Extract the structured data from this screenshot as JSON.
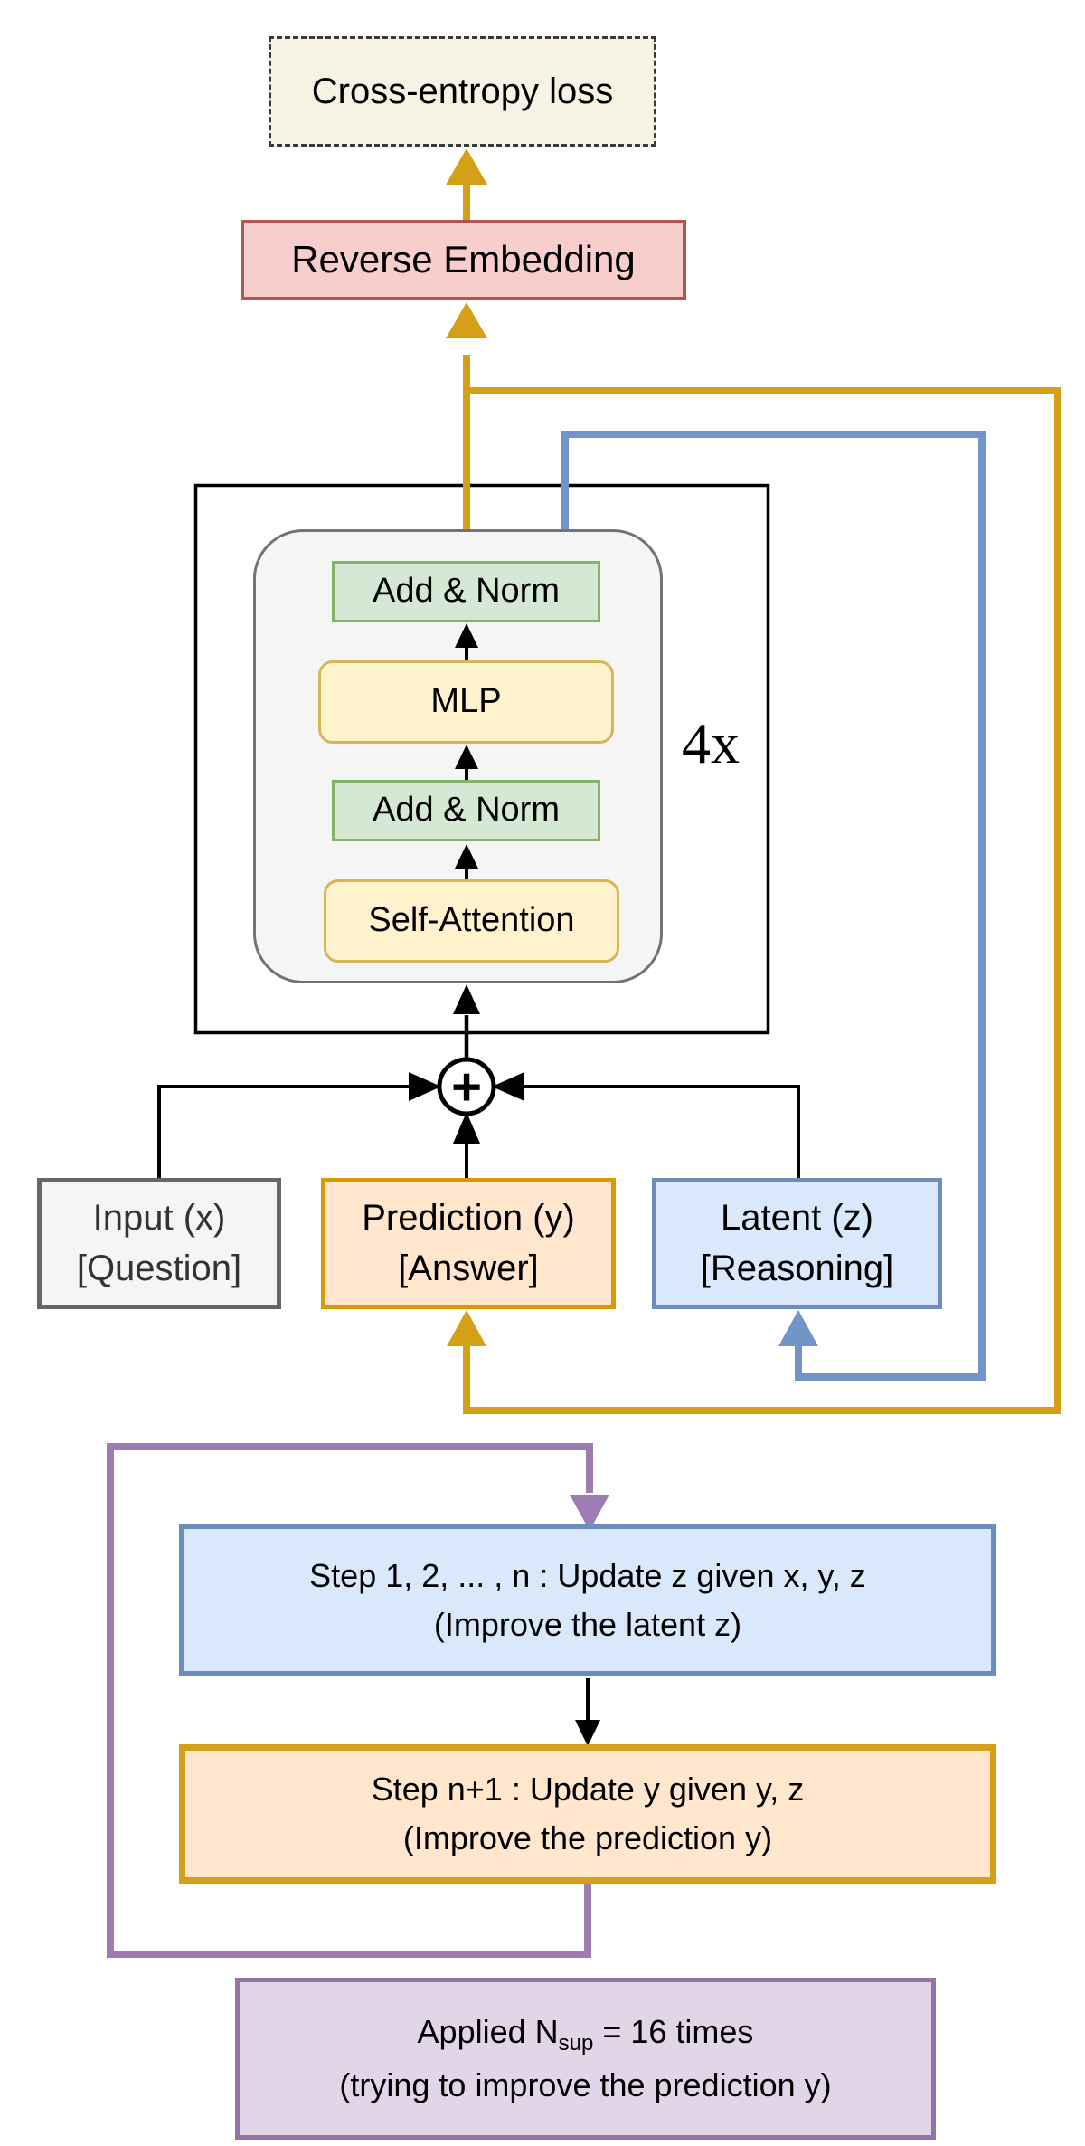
{
  "top": {
    "loss_label": "Cross-entropy loss",
    "reverse_embedding_label": "Reverse Embedding"
  },
  "transformer": {
    "repeat_label": "4x",
    "add_norm_top": "Add & Norm",
    "mlp": "MLP",
    "add_norm_bottom": "Add & Norm",
    "self_attention": "Self-Attention"
  },
  "combiner": {
    "operator": "+"
  },
  "variables": {
    "input": {
      "line1": "Input (x)",
      "line2": "[Question]"
    },
    "prediction": {
      "line1": "Prediction (y)",
      "line2": "[Answer]"
    },
    "latent": {
      "line1": "Latent (z)",
      "line2": "[Reasoning]"
    }
  },
  "process": {
    "update_z": {
      "line1": "Step 1, 2, ... , n : Update z given x, y, z",
      "line2": "(Improve the latent z)"
    },
    "update_y": {
      "line1": "Step n+1 : Update y given y, z",
      "line2": "(Improve the prediction y)"
    },
    "applied": {
      "prefix": "Applied N",
      "subscript": "sup",
      "suffix": " = 16 times",
      "line2": "(trying to improve the prediction y)"
    }
  },
  "colors": {
    "gold": "#d4a017",
    "gold-border": "#d79b00",
    "red-border": "#b85450",
    "pink-fill": "#f8cecc",
    "cream-fill": "#f7f3e4",
    "green-fill": "#d5e8d4",
    "green-border": "#82b366",
    "yellow-fill": "#fff2cc",
    "yellow-border": "#d6b656",
    "blue-fill": "#dae8fc",
    "blue-border": "#6c8ebf",
    "blue-line": "#7295c7",
    "orange-fill": "#ffe6cc",
    "purple-fill": "#e1d5e7",
    "purple-border": "#9673a6",
    "purple-line": "#9d7bb3",
    "gray-fill": "#f5f5f5",
    "gray-border": "#666666",
    "black": "#000000"
  }
}
